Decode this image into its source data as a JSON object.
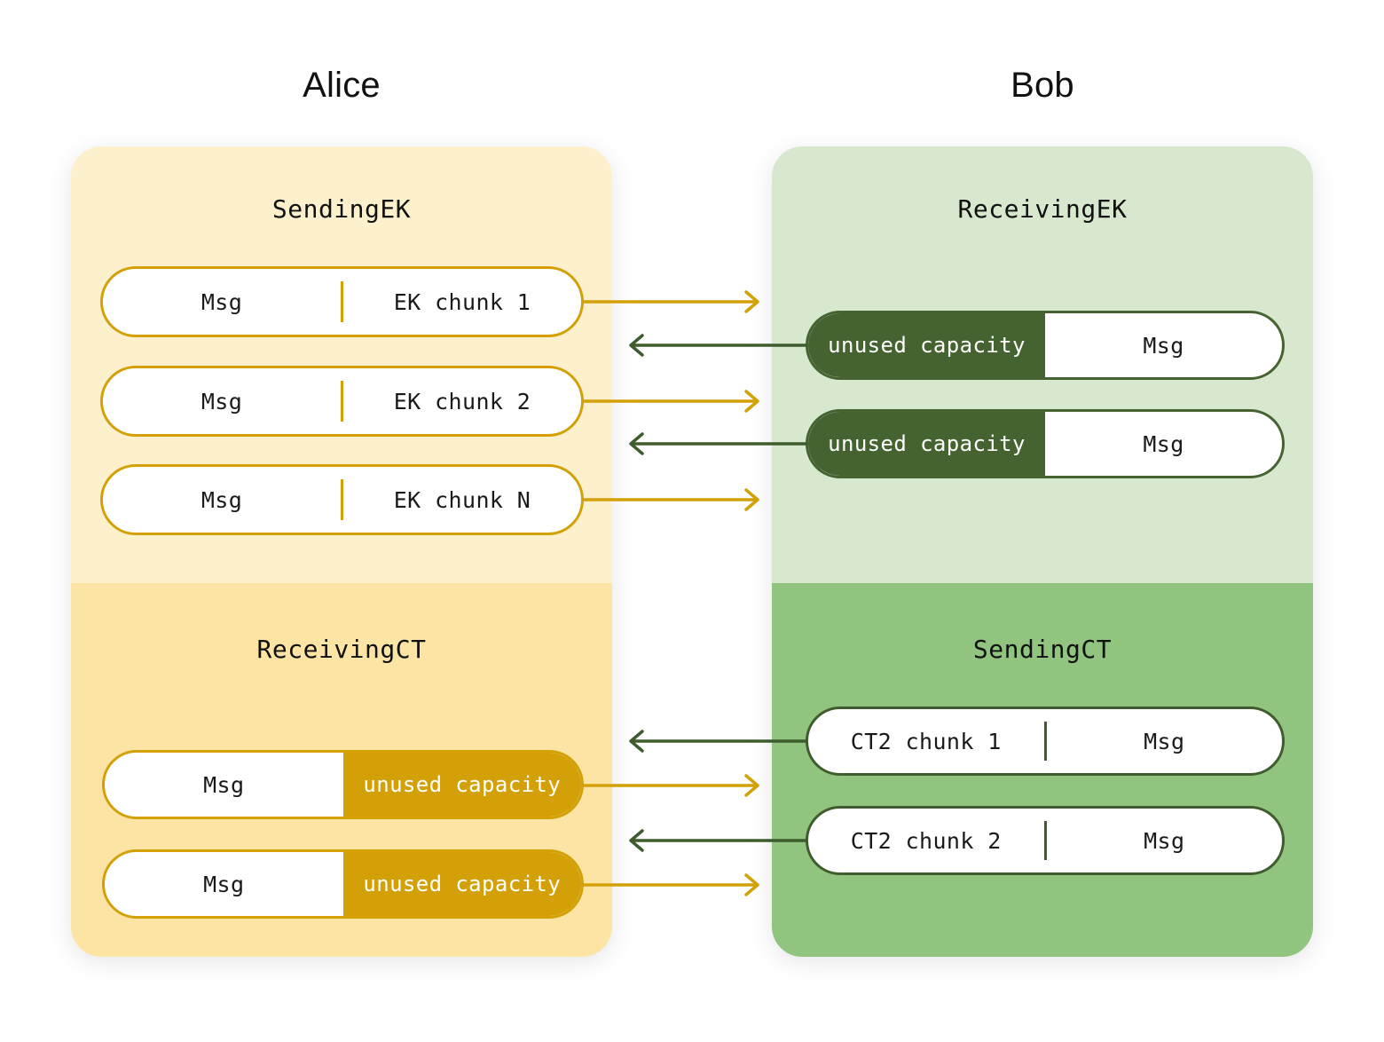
{
  "diagram": {
    "title_alice": "Alice",
    "title_bob": "Bob",
    "colors": {
      "gold": "#d4a007",
      "gold_panel_light": "#fdf0cd",
      "gold_panel_dark": "#fce5a4",
      "green_dark": "#456330",
      "green_border": "#3e5c2d",
      "green_panel_light": "#d7e8cf",
      "green_panel_dark": "#91c47e",
      "pill_fill": "#ffffff",
      "text": "#111111",
      "background": "#ffffff"
    }
  },
  "sections": {
    "sending_ek": {
      "label": "SendingEK"
    },
    "receiving_ek": {
      "label": "ReceivingEK"
    },
    "receiving_ct": {
      "label": "ReceivingCT"
    },
    "sending_ct": {
      "label": "SendingCT"
    }
  },
  "sending_ek_rows": [
    {
      "left": "Msg",
      "right": "EK chunk 1"
    },
    {
      "left": "Msg",
      "right": "EK chunk 2"
    },
    {
      "left": "Msg",
      "right": "EK chunk N"
    }
  ],
  "receiving_ek_rows": [
    {
      "left": "unused capacity",
      "right": "Msg"
    },
    {
      "left": "unused capacity",
      "right": "Msg"
    }
  ],
  "receiving_ct_rows": [
    {
      "left": "Msg",
      "right": "unused capacity"
    },
    {
      "left": "Msg",
      "right": "unused capacity"
    }
  ],
  "sending_ct_rows": [
    {
      "left": "CT2 chunk 1",
      "right": "Msg"
    },
    {
      "left": "CT2 chunk 2",
      "right": "Msg"
    }
  ],
  "arrows": [
    {
      "name": "alice-to-bob-ek-chunk-1",
      "direction": "right",
      "color": "#d4a007"
    },
    {
      "name": "bob-to-alice-ek-msg-1",
      "direction": "left",
      "color": "#3e5c2d"
    },
    {
      "name": "alice-to-bob-ek-chunk-2",
      "direction": "right",
      "color": "#d4a007"
    },
    {
      "name": "bob-to-alice-ek-msg-2",
      "direction": "left",
      "color": "#3e5c2d"
    },
    {
      "name": "alice-to-bob-ek-chunk-n",
      "direction": "right",
      "color": "#d4a007"
    },
    {
      "name": "bob-to-alice-ct2-chunk-1",
      "direction": "left",
      "color": "#3e5c2d"
    },
    {
      "name": "alice-to-bob-ct-msg-1",
      "direction": "right",
      "color": "#d4a007"
    },
    {
      "name": "bob-to-alice-ct2-chunk-2",
      "direction": "left",
      "color": "#3e5c2d"
    },
    {
      "name": "alice-to-bob-ct-msg-2",
      "direction": "right",
      "color": "#d4a007"
    }
  ]
}
